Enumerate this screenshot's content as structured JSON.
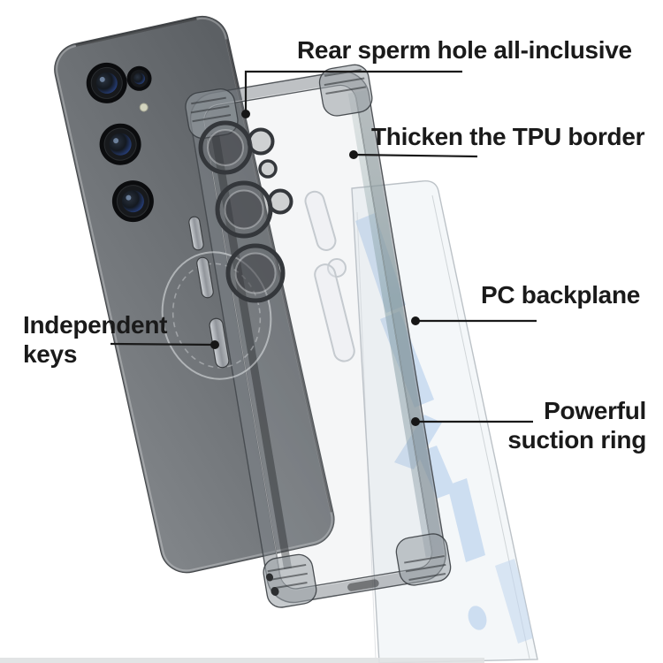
{
  "annotations": {
    "rear_hole": {
      "text": "Rear sperm hole all-inclusive"
    },
    "tpu_border": {
      "text": "Thicken the TPU border"
    },
    "pc_backplane": {
      "text": "PC backplane"
    },
    "independent_keys": {
      "line1": "Independent",
      "line2": "keys"
    },
    "suction_ring": {
      "line1": "Powerful",
      "line2": "suction ring"
    }
  },
  "scene": {
    "objects": [
      "smartphone",
      "transparent-tpu-case",
      "pc-backplane-film"
    ],
    "colors": {
      "label_text": "#1a1a1a",
      "leader_line": "#1a1a1a",
      "phone_body": "#6c7074",
      "camera_ring_black": "#0b0c0e",
      "lens_glint_blue": "#3f5fae",
      "case_tint": "#878d93",
      "film_edge": "#bcc2c7",
      "watermark_blue": "#c3d7ef",
      "background": "#ffffff"
    }
  }
}
